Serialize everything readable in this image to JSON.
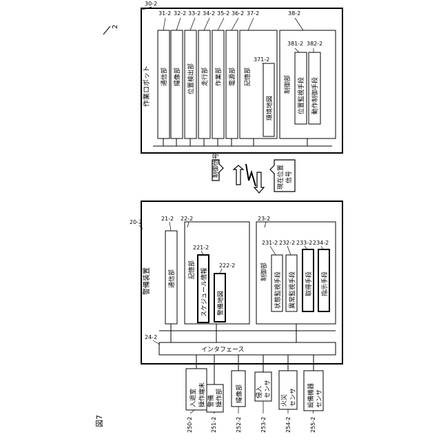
{
  "figure": {
    "label": "図7",
    "system_ref": "2"
  },
  "robot": {
    "ref": "30-2",
    "title": "作業ロボット",
    "units": [
      {
        "ref": "31-2",
        "label": "通信部"
      },
      {
        "ref": "32-2",
        "label": "撮像部"
      },
      {
        "ref": "33-2",
        "label": "位置検出部"
      },
      {
        "ref": "34-2",
        "label": "走行部"
      },
      {
        "ref": "35-2",
        "label": "作業部"
      },
      {
        "ref": "36-2",
        "label": "電源部"
      }
    ],
    "storage": {
      "ref": "37-2",
      "label": "記憶部",
      "item": {
        "ref": "371-2",
        "label": "環境地図"
      }
    },
    "control": {
      "ref": "38-2",
      "label": "制御部",
      "items": [
        {
          "ref": "381-2",
          "label": "位置監視手段"
        },
        {
          "ref": "382-2",
          "label": "動作制御手段"
        }
      ]
    }
  },
  "signals": {
    "control_signal": "制御信号",
    "position_signal": "現在位置信号"
  },
  "security": {
    "ref": "20-2",
    "title": "警備装置",
    "comm": {
      "ref": "21-2",
      "label": "通信部"
    },
    "storage": {
      "ref": "22-2",
      "label": "記憶部",
      "items": [
        {
          "ref": "221-2",
          "label": "スケジュール情報"
        },
        {
          "ref": "222-2",
          "label": "警備地図"
        }
      ]
    },
    "control": {
      "ref": "23-2",
      "label": "制御部",
      "items": [
        {
          "ref": "231-2",
          "label": "状態監視手段"
        },
        {
          "ref": "232-2",
          "label": "異常監視手段"
        },
        {
          "ref": "233-2",
          "label": "取得手段"
        },
        {
          "ref": "234-2",
          "label": "指示手段"
        }
      ]
    },
    "interface": {
      "ref": "24-2",
      "label": "インタフェース"
    }
  },
  "peripherals": [
    {
      "ref": "250-2",
      "label": "入退室操作端末"
    },
    {
      "ref": "251-2",
      "label": "警備操作部"
    },
    {
      "ref": "252-2",
      "label": "撮像部"
    },
    {
      "ref": "253-2",
      "label": "侵入センサ"
    },
    {
      "ref": "254-2",
      "label": "火災センサ"
    },
    {
      "ref": "255-2",
      "label": "設備機器センサ"
    }
  ]
}
